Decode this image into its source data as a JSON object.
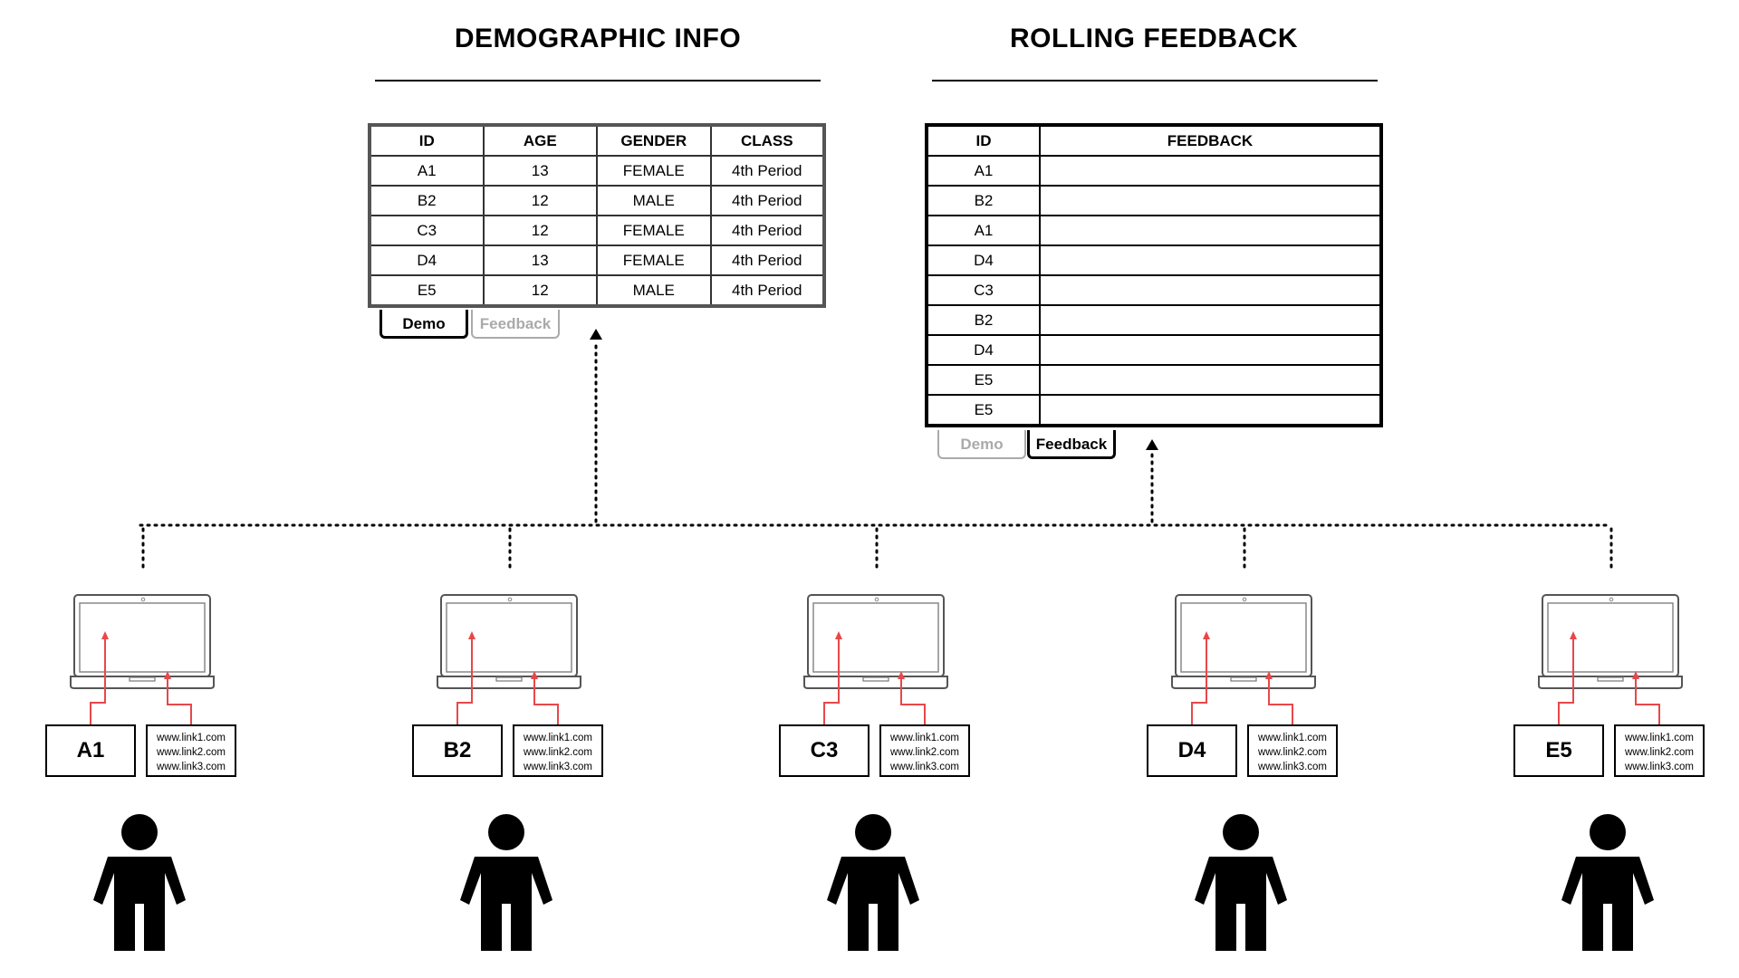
{
  "headings": {
    "demographic": "DEMOGRAPHIC INFO",
    "feedback": "ROLLING FEEDBACK"
  },
  "demo_table": {
    "headers": [
      "ID",
      "AGE",
      "GENDER",
      "CLASS"
    ],
    "rows": [
      [
        "A1",
        "13",
        "FEMALE",
        "4th Period"
      ],
      [
        "B2",
        "12",
        "MALE",
        "4th Period"
      ],
      [
        "C3",
        "12",
        "FEMALE",
        "4th Period"
      ],
      [
        "D4",
        "13",
        "FEMALE",
        "4th Period"
      ],
      [
        "E5",
        "12",
        "MALE",
        "4th Period"
      ]
    ],
    "tabs": {
      "active": "Demo",
      "inactive": "Feedback"
    }
  },
  "feedback_table": {
    "headers": [
      "ID",
      "FEEDBACK"
    ],
    "rows": [
      [
        "A1",
        ""
      ],
      [
        "B2",
        ""
      ],
      [
        "A1",
        ""
      ],
      [
        "D4",
        ""
      ],
      [
        "C3",
        ""
      ],
      [
        "B2",
        ""
      ],
      [
        "D4",
        ""
      ],
      [
        "E5",
        ""
      ],
      [
        "E5",
        ""
      ]
    ],
    "tabs": {
      "inactive": "Demo",
      "active": "Feedback"
    }
  },
  "users": [
    {
      "id": "A1",
      "links": [
        "www.link1.com",
        "www.link2.com",
        "www.link3.com"
      ]
    },
    {
      "id": "B2",
      "links": [
        "www.link1.com",
        "www.link2.com",
        "www.link3.com"
      ]
    },
    {
      "id": "C3",
      "links": [
        "www.link1.com",
        "www.link2.com",
        "www.link3.com"
      ]
    },
    {
      "id": "D4",
      "links": [
        "www.link1.com",
        "www.link2.com",
        "www.link3.com"
      ]
    },
    {
      "id": "E5",
      "links": [
        "www.link1.com",
        "www.link2.com",
        "www.link3.com"
      ]
    }
  ],
  "colors": {
    "arrow": "#e8474a",
    "line": "#000000",
    "inactive_tab": "#aaaaaa"
  },
  "icons": {
    "device": "laptop-icon",
    "person": "person-icon"
  }
}
